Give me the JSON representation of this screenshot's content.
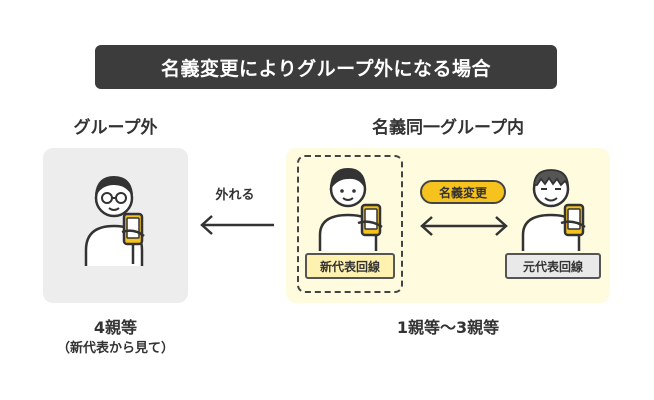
{
  "title": "名義変更によりグループ外になる場合",
  "left_group": {
    "heading": "グループ外",
    "relation": "4親等",
    "relation_note": "（新代表から見て）"
  },
  "right_group": {
    "heading": "名義同一グループ内",
    "relation": "1親等〜3親等",
    "new_rep_label": "新代表回線",
    "old_rep_label": "元代表回線",
    "change_badge": "名義変更"
  },
  "arrow_label": "外れる",
  "colors": {
    "title_bg": "#3c3c3c",
    "left_panel": "#ededed",
    "right_panel": "#fffbdf",
    "badge": "#f6c21d",
    "new_tag": "#fff2b0",
    "old_tag": "#e9e9e9"
  },
  "icons": {
    "left_person": "person-with-glasses-and-phone",
    "new_rep_person": "young-person-with-phone",
    "old_rep_person": "elder-person-with-phone",
    "exclude_arrow": "left-arrow",
    "change_arrow": "double-arrow"
  }
}
